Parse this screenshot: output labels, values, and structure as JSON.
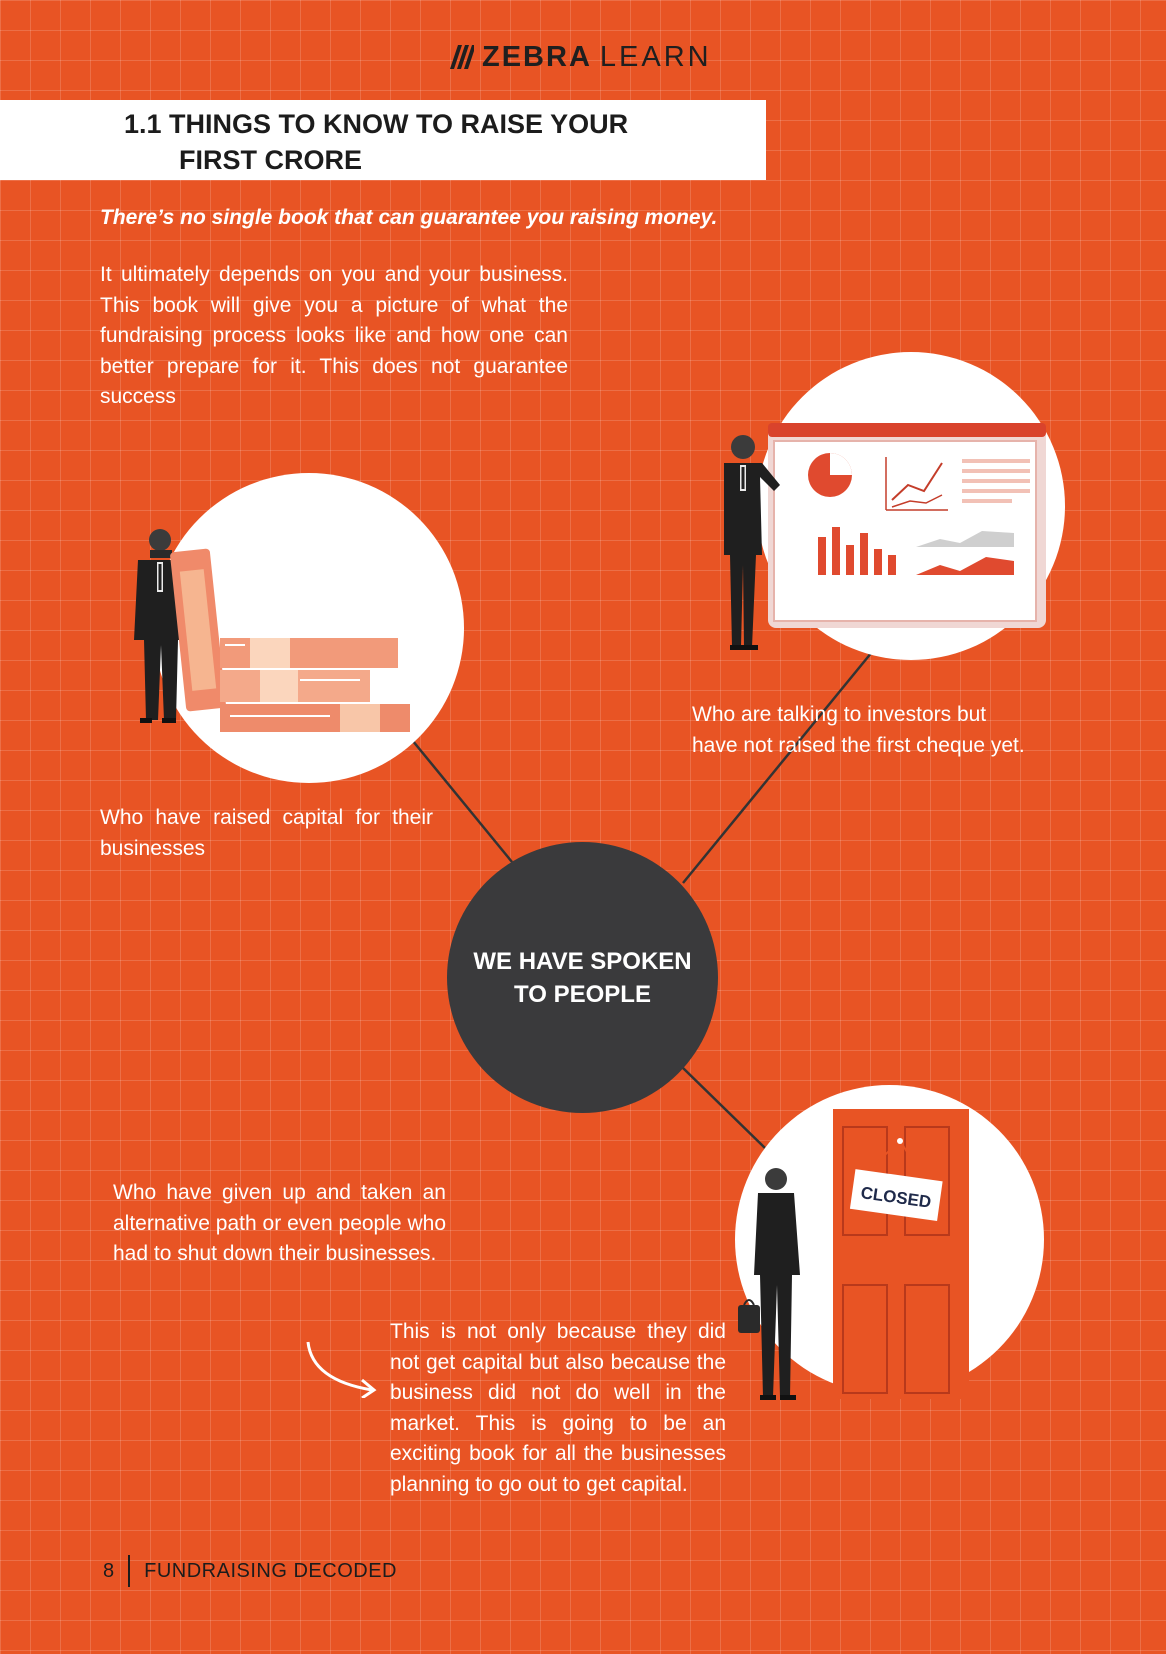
{
  "header": {
    "brand_bold": "ZEBRA",
    "brand_light": "LEARN"
  },
  "section": {
    "title_line1": "1.1 THINGS TO KNOW TO RAISE YOUR",
    "title_line2": "FIRST CRORE",
    "lead": "There’s no single book that can guarantee you raising money.",
    "intro": "It ultimately depends on you and your business. This book will give you a picture of what the fundraising process looks like and how one can better    prepare for it. This does not guarantee success"
  },
  "diagram": {
    "center_line1": "WE HAVE SPOKEN",
    "center_line2": "TO PEOPLE",
    "raised": "Who have raised capital for their businesses",
    "talking": "Who are talking to investors but have not raised the first cheque yet.",
    "given_up": "Who have given up and taken an alternative path or even people who had to shut down their businesses.",
    "not_only": "This is not only because they did not get capital but also because the business did not do well in the market. This is going to be an exciting book for all the businesses planning to go out to get capital.",
    "sign_text": "CLOSED"
  },
  "footer": {
    "page_number": "8",
    "book_title": "FUNDRAISING DECODED"
  },
  "colors": {
    "background": "#e85424",
    "dark_circle": "#3a3a3c",
    "text_dark": "#1c1c1c",
    "white": "#ffffff"
  }
}
